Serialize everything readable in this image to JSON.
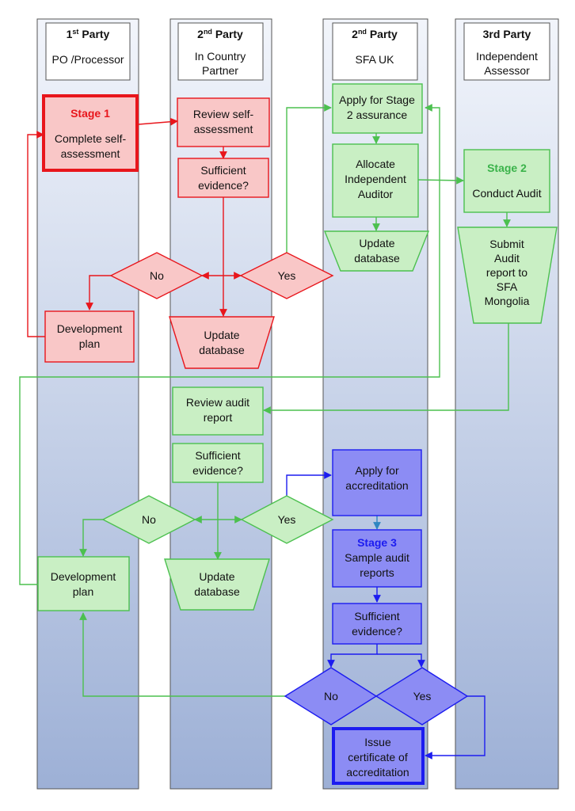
{
  "lanes": [
    {
      "title": "1st Party",
      "title_base": "1",
      "title_sup": "st",
      "title_rest": " Party",
      "subtitle": [
        "PO /Processor"
      ]
    },
    {
      "title": "2nd Party",
      "title_base": "2",
      "title_sup": "nd",
      "title_rest": " Party",
      "subtitle": [
        "In Country",
        "Partner"
      ]
    },
    {
      "title": "2nd Party",
      "title_base": "2",
      "title_sup": "nd",
      "title_rest": " Party",
      "subtitle": [
        "SFA UK"
      ]
    },
    {
      "title": "3rd Party",
      "title_base": "3rd Party",
      "title_sup": "",
      "title_rest": "",
      "subtitle": [
        "Independent",
        "Assessor"
      ]
    }
  ],
  "red": {
    "stage1_label": "Stage 1",
    "stage1_text": [
      "Complete self-",
      "assessment"
    ],
    "review_self": [
      "Review self-",
      "assessment"
    ],
    "sufficient": [
      "Sufficient",
      "evidence?"
    ],
    "no": "No",
    "yes": "Yes",
    "development_plan": [
      "Development",
      "plan"
    ],
    "update_db": [
      "Update",
      "database"
    ]
  },
  "green": {
    "apply_stage2": [
      "Apply for Stage",
      "2 assurance"
    ],
    "allocate": [
      "Allocate",
      "Independent",
      "Auditor"
    ],
    "update_db_top": [
      "Update",
      "database"
    ],
    "stage2_label": "Stage 2",
    "stage2_text": "Conduct Audit",
    "submit": [
      "Submit",
      "Audit",
      "report to",
      "SFA",
      "Mongolia"
    ],
    "review_audit": [
      "Review audit",
      "report"
    ],
    "sufficient": [
      "Sufficient",
      "evidence?"
    ],
    "no": "No",
    "yes": "Yes",
    "development_plan": [
      "Development",
      "plan"
    ],
    "update_db": [
      "Update",
      "database"
    ]
  },
  "blue": {
    "apply_accreditation": [
      "Apply for",
      "accreditation"
    ],
    "stage3_label": "Stage 3",
    "stage3_text": [
      "Sample audit",
      "reports"
    ],
    "sufficient": [
      "Sufficient",
      "evidence?"
    ],
    "no": "No",
    "yes": "Yes",
    "issue": [
      "Issue",
      "certificate of",
      "accreditation"
    ]
  },
  "colors": {
    "red_stroke": "#e8161c",
    "red_fill": "#f9c7c7",
    "green_stroke": "#4cc04f",
    "green_fill": "#c9efc4",
    "blue_stroke": "#1c1cf0",
    "blue_fill": "#8c8cf4",
    "lane_top": "#eef2fa",
    "lane_bottom": "#9fb2d8"
  }
}
